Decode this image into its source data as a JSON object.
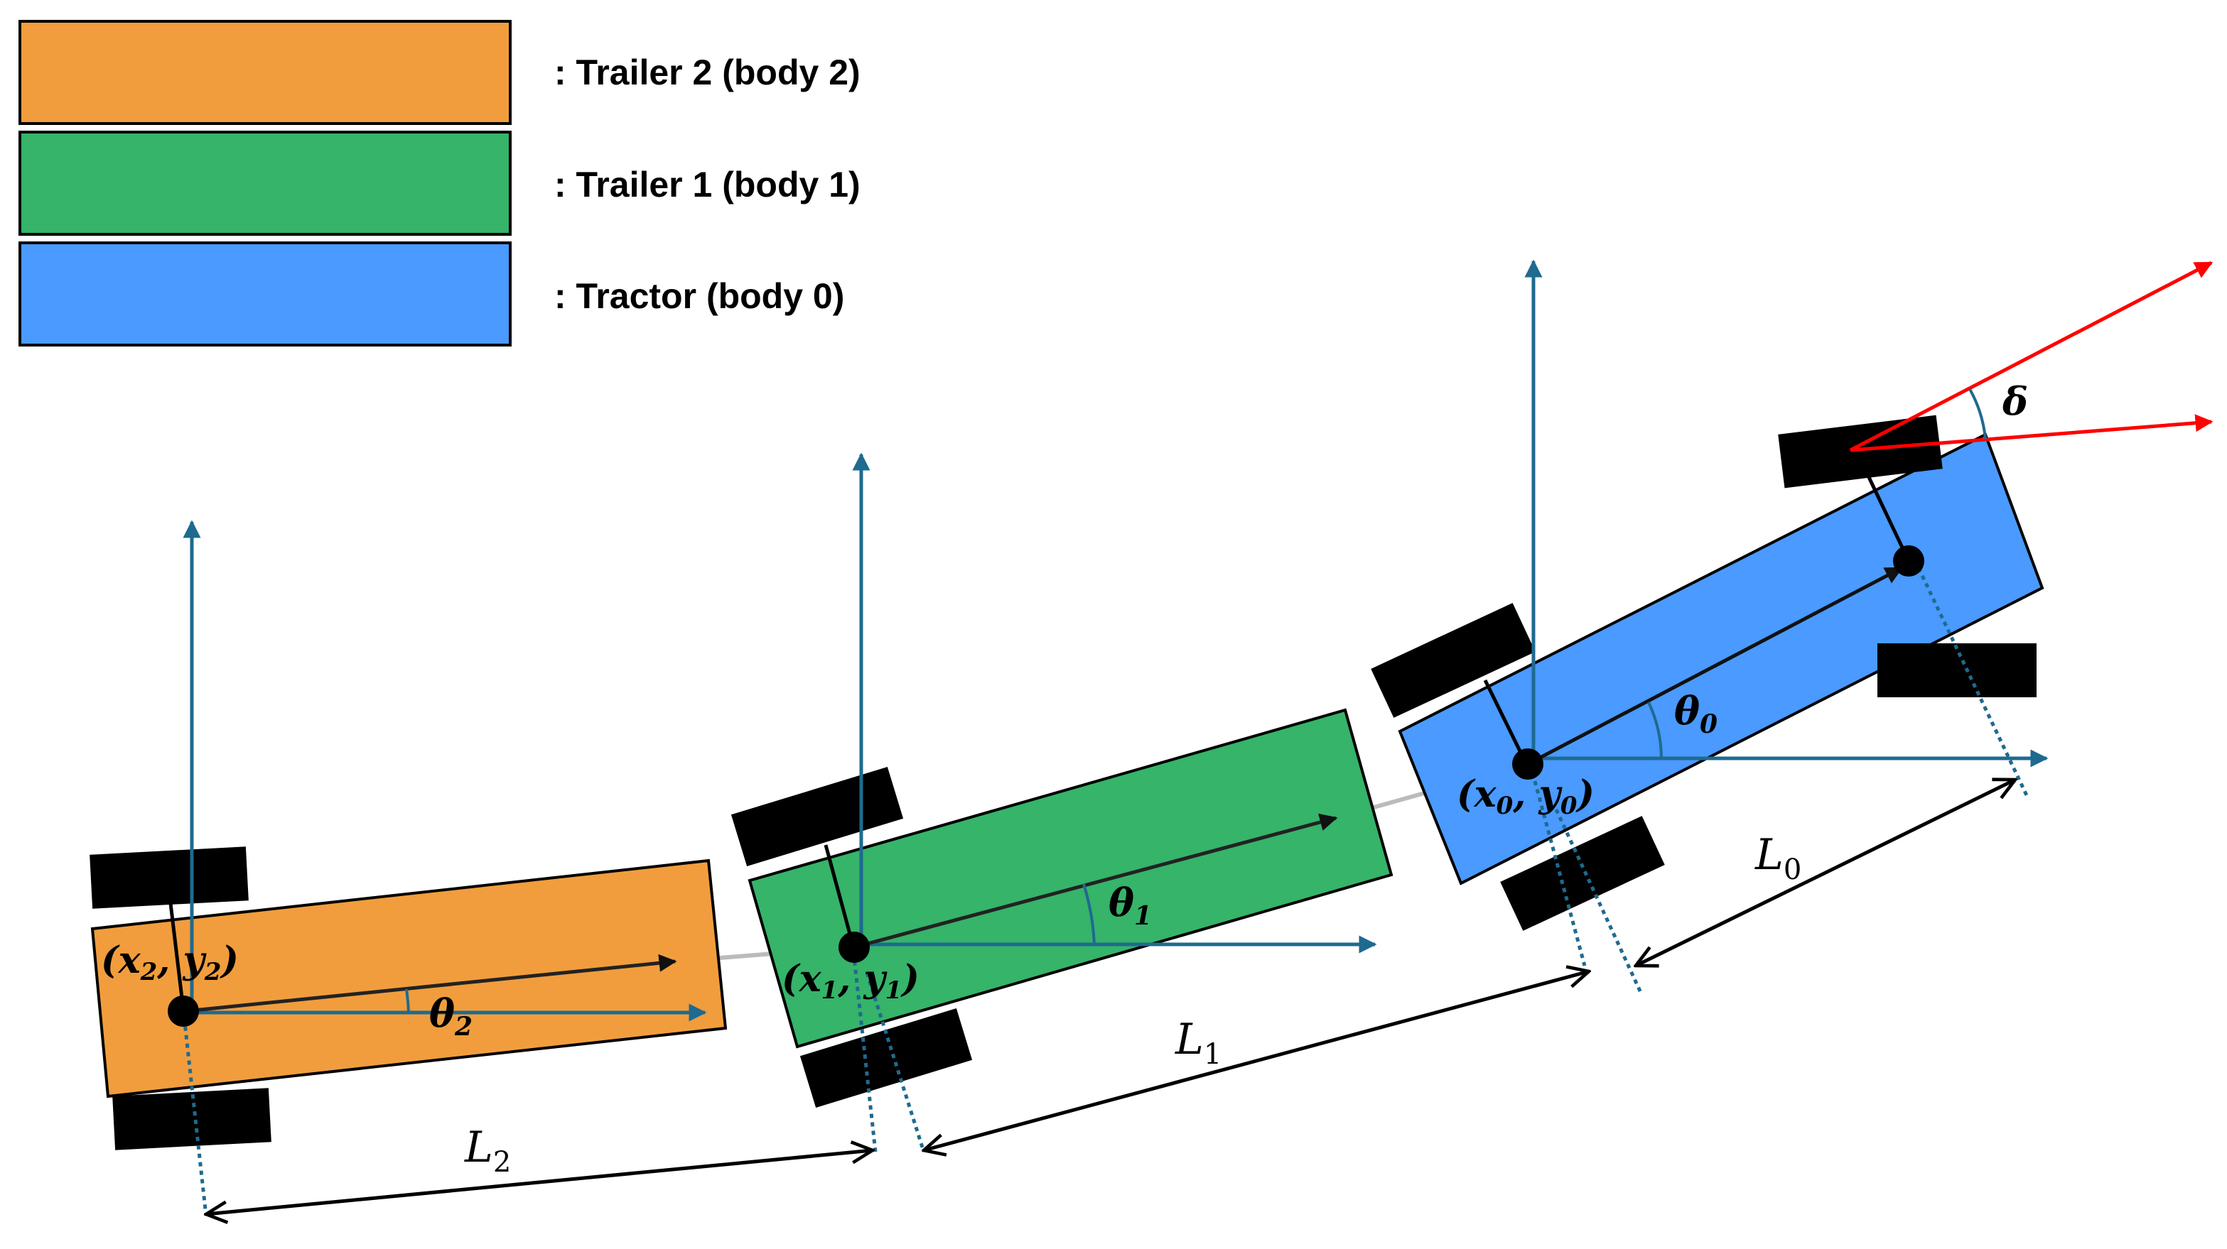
{
  "legend": {
    "items": [
      {
        "key": "trailer2",
        "label": ": Trailer 2 (body 2)",
        "color": "#F19D3D"
      },
      {
        "key": "trailer1",
        "label": ": Trailer 1 (body 1)",
        "color": "#35B46A"
      },
      {
        "key": "tractor",
        "label": ": Tractor (body 0)",
        "color": "#4A9AFF"
      }
    ]
  },
  "labels": {
    "pos2": {
      "open": "(",
      "x": "x",
      "xsub": "2",
      "comma": ", ",
      "y": "y",
      "ysub": "2",
      "close": ")"
    },
    "pos1": {
      "open": "(",
      "x": "x",
      "xsub": "1",
      "comma": ", ",
      "y": "y",
      "ysub": "1",
      "close": ")"
    },
    "pos0": {
      "open": "(",
      "x": "x",
      "xsub": "0",
      "comma": ", ",
      "y": "y",
      "ysub": "0",
      "close": ")"
    },
    "theta2": {
      "sym": "θ",
      "sub": "2"
    },
    "theta1": {
      "sym": "θ",
      "sub": "1"
    },
    "theta0": {
      "sym": "θ",
      "sub": "0"
    },
    "delta": "δ",
    "L2": {
      "sym": "L",
      "sub": "2"
    },
    "L1": {
      "sym": "L",
      "sub": "1"
    },
    "L0": {
      "sym": "L",
      "sub": "0"
    }
  },
  "colors": {
    "axis": "#1F6A8F",
    "steer": "#FF0000",
    "wheel": "#000000",
    "hitch": "#BBBBBB",
    "outline": "#000000"
  }
}
